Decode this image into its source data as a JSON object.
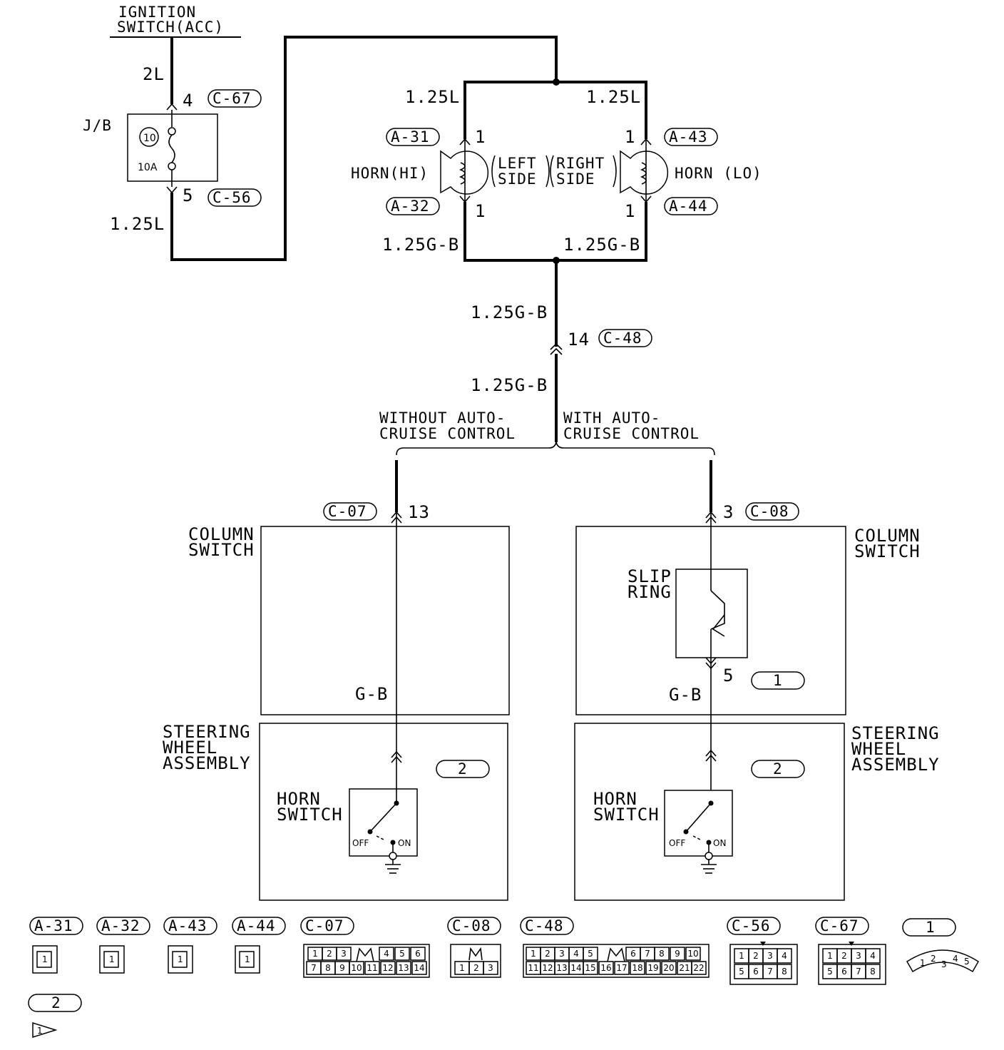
{
  "power": {
    "line1": "IGNITION",
    "line2": "SWITCH(ACC)"
  },
  "junction_block": {
    "label": "J/B",
    "fuse_no": "10",
    "fuse_rating": "10A"
  },
  "wires": {
    "w_2L": "2L",
    "w_125L_left": "1.25L",
    "w_125L_top_left": "1.25L",
    "w_125L_top_right": "1.25L",
    "w_125GB_left": "1.25G-B",
    "w_125GB_right": "1.25G-B",
    "w_125GB_mid": "1.25G-B",
    "w_125GB_low": "1.25G-B",
    "w_GB_left": "G-B",
    "w_GB_right": "G-B"
  },
  "pins": {
    "p4": "4",
    "p5": "5",
    "p_a31": "1",
    "p_a32": "1",
    "p_a43": "1",
    "p_a44": "1",
    "p14": "14",
    "p13": "13",
    "p3": "3",
    "p5b": "5"
  },
  "connectors": {
    "c67": "C-67",
    "c56": "C-56",
    "a31": "A-31",
    "a32": "A-32",
    "a43": "A-43",
    "a44": "A-44",
    "c48": "C-48",
    "c07": "C-07",
    "c08": "C-08"
  },
  "horns": {
    "hi": "HORN(HI)",
    "lo": "HORN (LO)",
    "left1": "LEFT",
    "left2": "SIDE",
    "right1": "RIGHT",
    "right2": "SIDE"
  },
  "branches": {
    "without1": "WITHOUT AUTO-",
    "without2": "CRUISE CONTROL",
    "with1": "WITH AUTO-",
    "with2": "CRUISE CONTROL"
  },
  "components": {
    "column_switch_1": "COLUMN",
    "column_switch_2": "SWITCH",
    "slip_1": "SLIP",
    "slip_2": "RING",
    "steering_1": "STEERING",
    "steering_2": "WHEEL",
    "steering_3": "ASSEMBLY",
    "horn_sw_1": "HORN",
    "horn_sw_2": "SWITCH",
    "off": "OFF",
    "on": "ON"
  },
  "notes": {
    "n1": "1",
    "n2": "2"
  },
  "legend": {
    "items": [
      "A-31",
      "A-32",
      "A-43",
      "A-44",
      "C-07",
      "C-08",
      "C-48",
      "C-56",
      "C-67",
      "1",
      "2"
    ],
    "c07_top": [
      "1",
      "2",
      "3",
      "4",
      "5",
      "6"
    ],
    "c07_bottom": [
      "7",
      "8",
      "9",
      "10",
      "11",
      "12",
      "13",
      "14"
    ],
    "c08_pins": [
      "1",
      "2",
      "3"
    ],
    "c48_top": [
      "1",
      "2",
      "3",
      "4",
      "5",
      "6",
      "7",
      "8",
      "9",
      "10"
    ],
    "c48_bottom": [
      "11",
      "12",
      "13",
      "14",
      "15",
      "16",
      "17",
      "18",
      "19",
      "20",
      "21",
      "22"
    ],
    "c56_top": [
      "1",
      "2",
      "3",
      "4"
    ],
    "c56_bottom": [
      "5",
      "6",
      "7",
      "8"
    ],
    "c67_top": [
      "1",
      "2",
      "3",
      "4"
    ],
    "c67_bottom": [
      "5",
      "6",
      "7",
      "8"
    ],
    "note1_pins": [
      "1",
      "2",
      "3",
      "4",
      "5"
    ],
    "single_pin": "1",
    "triangle_note": "1"
  }
}
